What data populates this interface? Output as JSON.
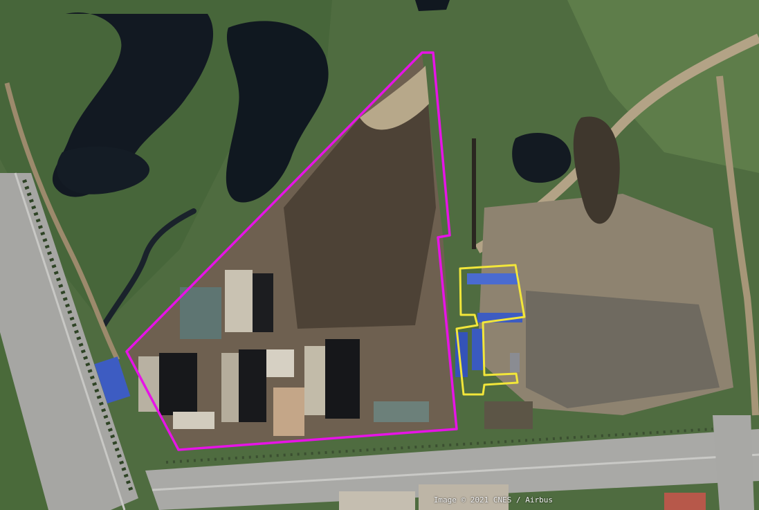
{
  "map": {
    "type": "satellite",
    "attribution": "Image © 2021 CNES / Airbus",
    "overlays": [
      {
        "name": "site-boundary-magenta",
        "stroke": "#e614e6"
      },
      {
        "name": "site-boundary-yellow",
        "stroke": "#f2e63a"
      }
    ]
  },
  "colors": {
    "grass": "#4d6b3e",
    "grass_dark": "#3c5a31",
    "water": "#151c24",
    "dirt": "#8c7a62",
    "dirt_dark": "#4a4033",
    "road": "#a8a8a6",
    "building_blue": "#3d5cc2"
  }
}
